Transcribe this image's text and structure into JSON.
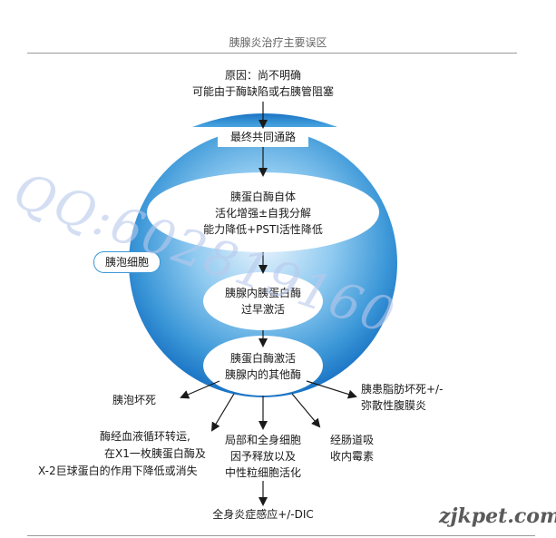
{
  "page_title": "胰腺炎治疗主要误区",
  "cause": {
    "line1": "原因：尚不明确",
    "line2": "可能由于酶缺陷或右胰管阻塞"
  },
  "common_pathway": "最终共同通路",
  "enzyme_self": {
    "line1": "胰蛋白酶自体",
    "line2": "活化增强±自我分解",
    "line3": "能力降低+PSTI活性降低"
  },
  "acinar_cell_label": "胰泡细胞",
  "premature_activation": {
    "line1": "胰腺内胰蛋白酶",
    "line2": "过早激活"
  },
  "activation": {
    "line1": "胰蛋白酶激活",
    "line2": "胰腺内的其他酶"
  },
  "outcomes": {
    "acinar_necrosis": "胰泡坏死",
    "fat_necrosis": {
      "line1": "胰患脂肪坏死+/-",
      "line2": "弥散性腹膜炎"
    },
    "circulation": {
      "line1": "酶经血液循环转运,",
      "line2": "在X1一枚胰蛋白酶及",
      "line3": "X-2巨球蛋白的作用下降低或消失"
    },
    "cytokines": {
      "line1": "局部和全身细胞",
      "line2": "因予释放以及",
      "line3": "中性粒细胞活化"
    },
    "gut_absorption": {
      "line1": "经肠道吸",
      "line2": "收内霉素"
    }
  },
  "sirs": "全身炎症感应+/-DIC",
  "watermark_qq": "QQ:602819160",
  "watermark_site": "zjkpet.com",
  "colors": {
    "sphere_light": "#eaf4fd",
    "sphere_mid": "#5db2e6",
    "sphere_dark": "#1a73c4",
    "arrow": "#1a1a1a",
    "rule": "#9a9a9a"
  }
}
